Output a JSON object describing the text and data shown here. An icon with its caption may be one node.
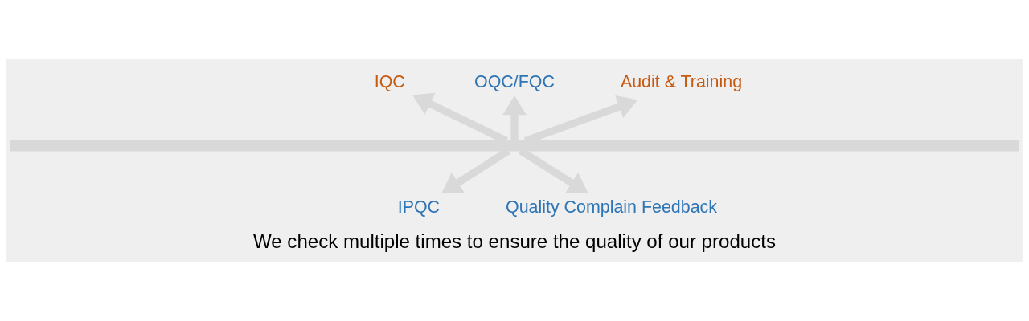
{
  "diagram": {
    "caption": "We check multiple times to ensure the quality of our products",
    "nodes": [
      {
        "text": [],
        "shape": "bar"
      },
      {
        "text": [
          "IQC"
        ]
      },
      {
        "text": [
          "IPQC"
        ]
      },
      {
        "text": [
          "OQC/FQC"
        ]
      },
      {
        "text": [
          "Quality Complain Feedback"
        ]
      },
      {
        "text": [
          "Audit & Training"
        ]
      }
    ],
    "edges": [
      {
        "from": 0,
        "to": 1,
        "arrow": "to"
      },
      {
        "from": 0,
        "to": 2,
        "arrow": "to"
      },
      {
        "from": 0,
        "to": 3,
        "arrow": "to"
      },
      {
        "from": 0,
        "to": 4,
        "arrow": "to"
      },
      {
        "from": 0,
        "to": 5,
        "arrow": "to"
      }
    ]
  }
}
